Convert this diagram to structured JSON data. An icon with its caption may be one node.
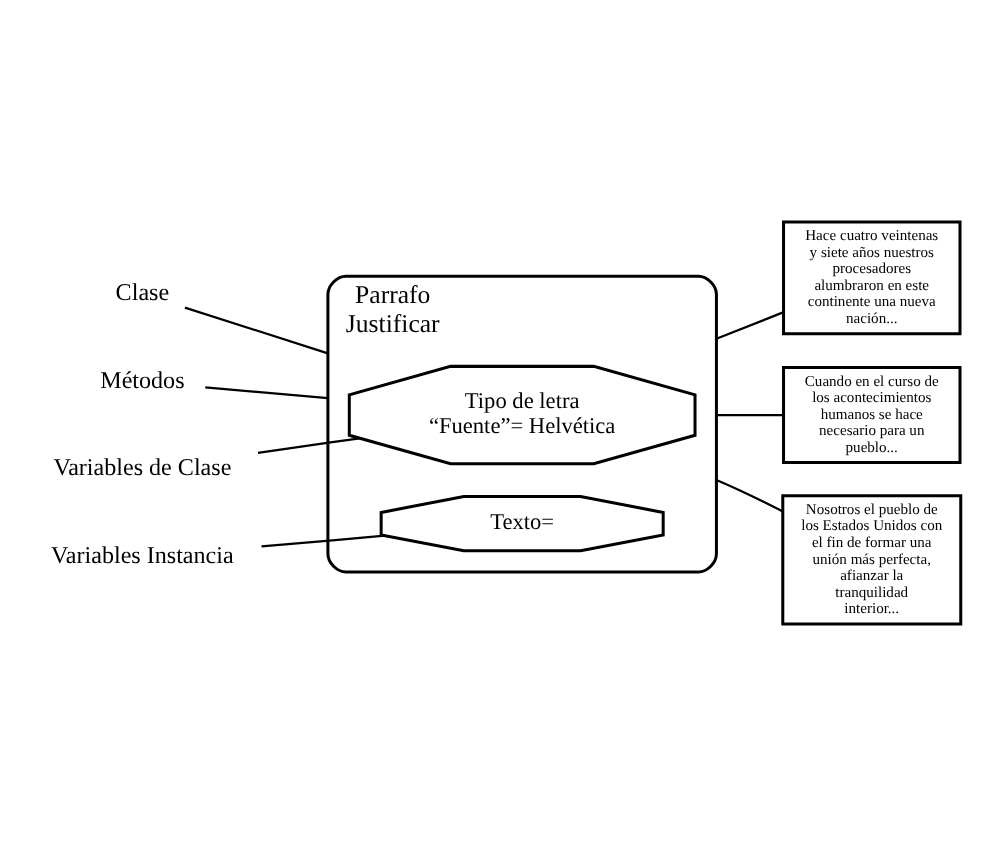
{
  "diagram": {
    "nodes": [
      {
        "text": [
          "Clase"
        ]
      },
      {
        "text": [
          "Métodos"
        ]
      },
      {
        "text": [
          "Variables de Clase"
        ]
      },
      {
        "text": [
          "Variables Instancia"
        ]
      },
      {
        "text": [
          "Parrafo",
          "Justificar"
        ]
      },
      {
        "text": [
          "Tipo de letra “Fuente”= Helvética"
        ],
        "in": 4
      },
      {
        "text": [
          "Texto="
        ],
        "in": 4
      },
      {
        "text": [
          "Hace cuatro veintenas y siete años nuestros procesadores alumbraron en este continente una nueva nación..."
        ]
      },
      {
        "text": [
          "Cuando en el curso de los acontecimientos humanos se hace necesario para un pueblo..."
        ]
      },
      {
        "text": [
          "Nosotros el pueblo de los Estados Unidos con el fin de formar una unión más perfecta, afianzar la tranquilidad interior..."
        ]
      }
    ],
    "edges": [
      {
        "from": 0,
        "to": 4,
        "arrow": "none"
      },
      {
        "from": 1,
        "to": 4,
        "arrow": "none"
      },
      {
        "from": 2,
        "to": 5,
        "arrow": "none"
      },
      {
        "from": 3,
        "to": 6,
        "arrow": "none"
      },
      {
        "from": 4,
        "to": 7,
        "arrow": "none"
      },
      {
        "from": 4,
        "to": 8,
        "arrow": "none"
      },
      {
        "from": 4,
        "to": 9,
        "arrow": "none"
      }
    ]
  }
}
